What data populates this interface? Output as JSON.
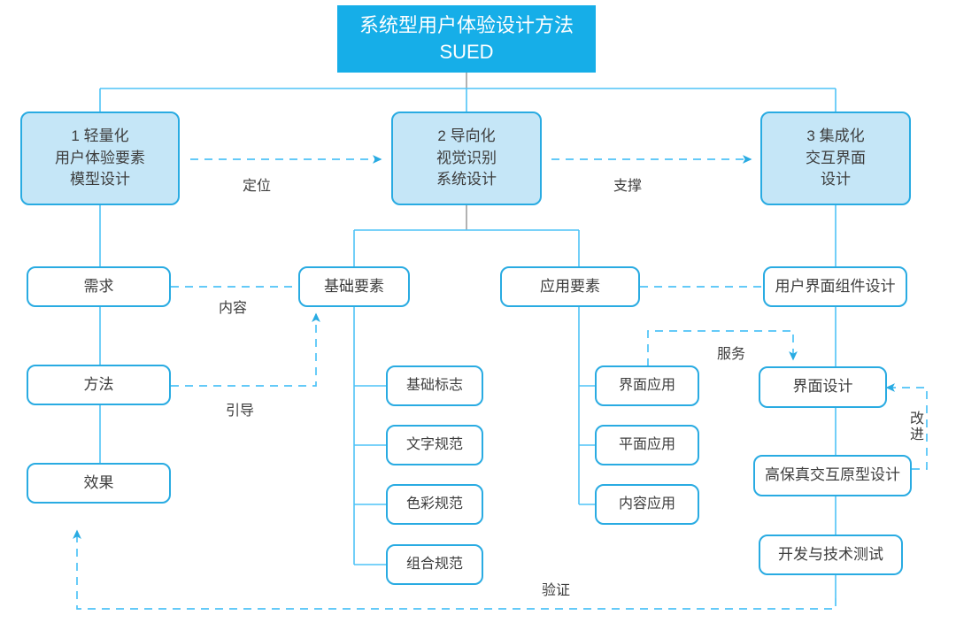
{
  "diagram": {
    "title": "系统型用户体验设计方法 SUED 流程图",
    "colors": {
      "accent": "#16AEE8",
      "border": "#29ABE2",
      "fill_level1": "#C5E6F7",
      "fill_node": "#FFFFFF",
      "text": "#3D3D3D",
      "title_text": "#FFFFFF",
      "line": "#4FC3F7",
      "line_gray": "#9E9E9E"
    },
    "title_box": {
      "line1": "系统型用户体验设计方法",
      "line2": "SUED"
    },
    "level1": [
      {
        "id": "l1-1",
        "line1": "1 轻量化",
        "line2": "用户体验要素",
        "line3": "模型设计"
      },
      {
        "id": "l1-2",
        "line1": "2 导向化",
        "line2": "视觉识别",
        "line3": "系统设计"
      },
      {
        "id": "l1-3",
        "line1": "3 集成化",
        "line2": "交互界面",
        "line3": "设计"
      }
    ],
    "left_column": [
      {
        "id": "left-1",
        "label": "需求"
      },
      {
        "id": "left-2",
        "label": "方法"
      },
      {
        "id": "left-3",
        "label": "效果"
      }
    ],
    "mid_groups": [
      {
        "id": "mid-basic",
        "label": "基础要素"
      },
      {
        "id": "mid-applied",
        "label": "应用要素"
      }
    ],
    "basic_children": [
      {
        "id": "basic-1",
        "label": "基础标志"
      },
      {
        "id": "basic-2",
        "label": "文字规范"
      },
      {
        "id": "basic-3",
        "label": "色彩规范"
      },
      {
        "id": "basic-4",
        "label": "组合规范"
      }
    ],
    "applied_children": [
      {
        "id": "applied-1",
        "label": "界面应用"
      },
      {
        "id": "applied-2",
        "label": "平面应用"
      },
      {
        "id": "applied-3",
        "label": "内容应用"
      }
    ],
    "right_column": [
      {
        "id": "right-1",
        "label": "用户界面组件设计"
      },
      {
        "id": "right-2",
        "label": "界面设计"
      },
      {
        "id": "right-3",
        "label": "高保真交互原型设计"
      },
      {
        "id": "right-4",
        "label": "开发与技术测试"
      }
    ],
    "edge_labels": [
      {
        "id": "lbl-dingwei",
        "text": "定位"
      },
      {
        "id": "lbl-zhicheng",
        "text": "支撑"
      },
      {
        "id": "lbl-neirong",
        "text": "内容"
      },
      {
        "id": "lbl-yindao",
        "text": "引导"
      },
      {
        "id": "lbl-fuwu",
        "text": "服务"
      },
      {
        "id": "lbl-gaijin",
        "text": "改进"
      },
      {
        "id": "lbl-yanzheng",
        "text": "验证"
      }
    ]
  }
}
